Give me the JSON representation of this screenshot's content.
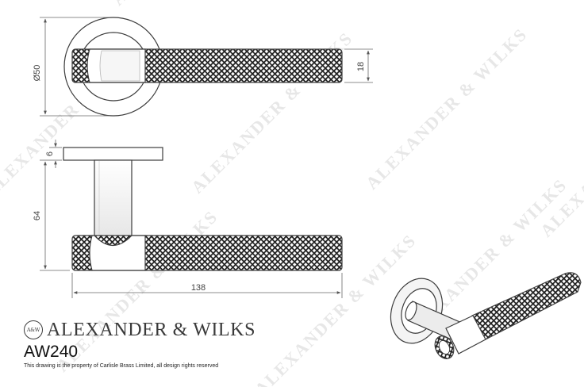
{
  "watermark": {
    "text": "ALEXANDER & WILKS"
  },
  "dimensions": {
    "rose_diameter": "Ø50",
    "lever_height": "18",
    "rose_thickness": "6",
    "projection": "64",
    "lever_length": "138"
  },
  "title_block": {
    "brand_mark": "A&W",
    "brand_name": "ALEXANDER & WILKS",
    "product_code": "AW240",
    "notice": "This drawing is the property of Carlisle Brass Limited, all design rights reserved"
  },
  "colors": {
    "line": "#3c3c3c",
    "knurl": "#202020",
    "watermark": "#e6e6e6"
  }
}
